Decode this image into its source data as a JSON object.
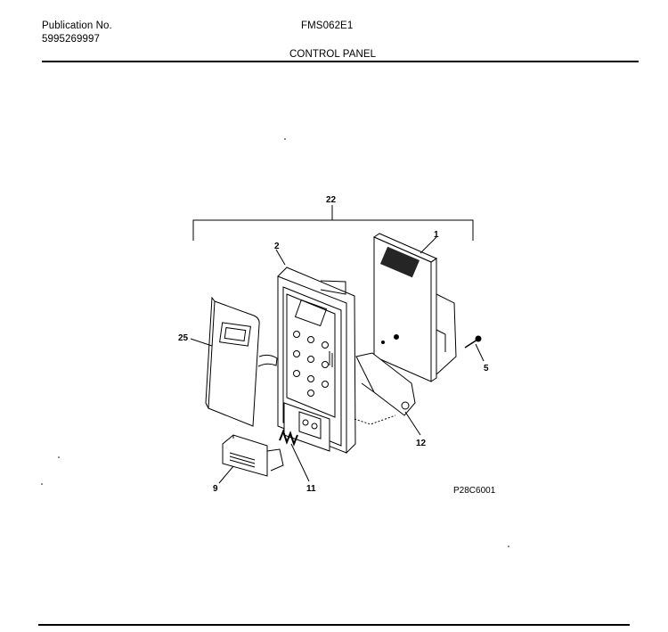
{
  "header": {
    "publication_label": "Publication No.",
    "publication_number": "5995269997",
    "model": "FMS062E1",
    "section_title": "CONTROL PANEL"
  },
  "diagram": {
    "callouts": {
      "assembly": "22",
      "board": "1",
      "panel": "2",
      "overlay": "25",
      "screw": "5",
      "latch": "12",
      "knob": "9",
      "spring": "11"
    },
    "drawing_code": "P28C6001"
  }
}
